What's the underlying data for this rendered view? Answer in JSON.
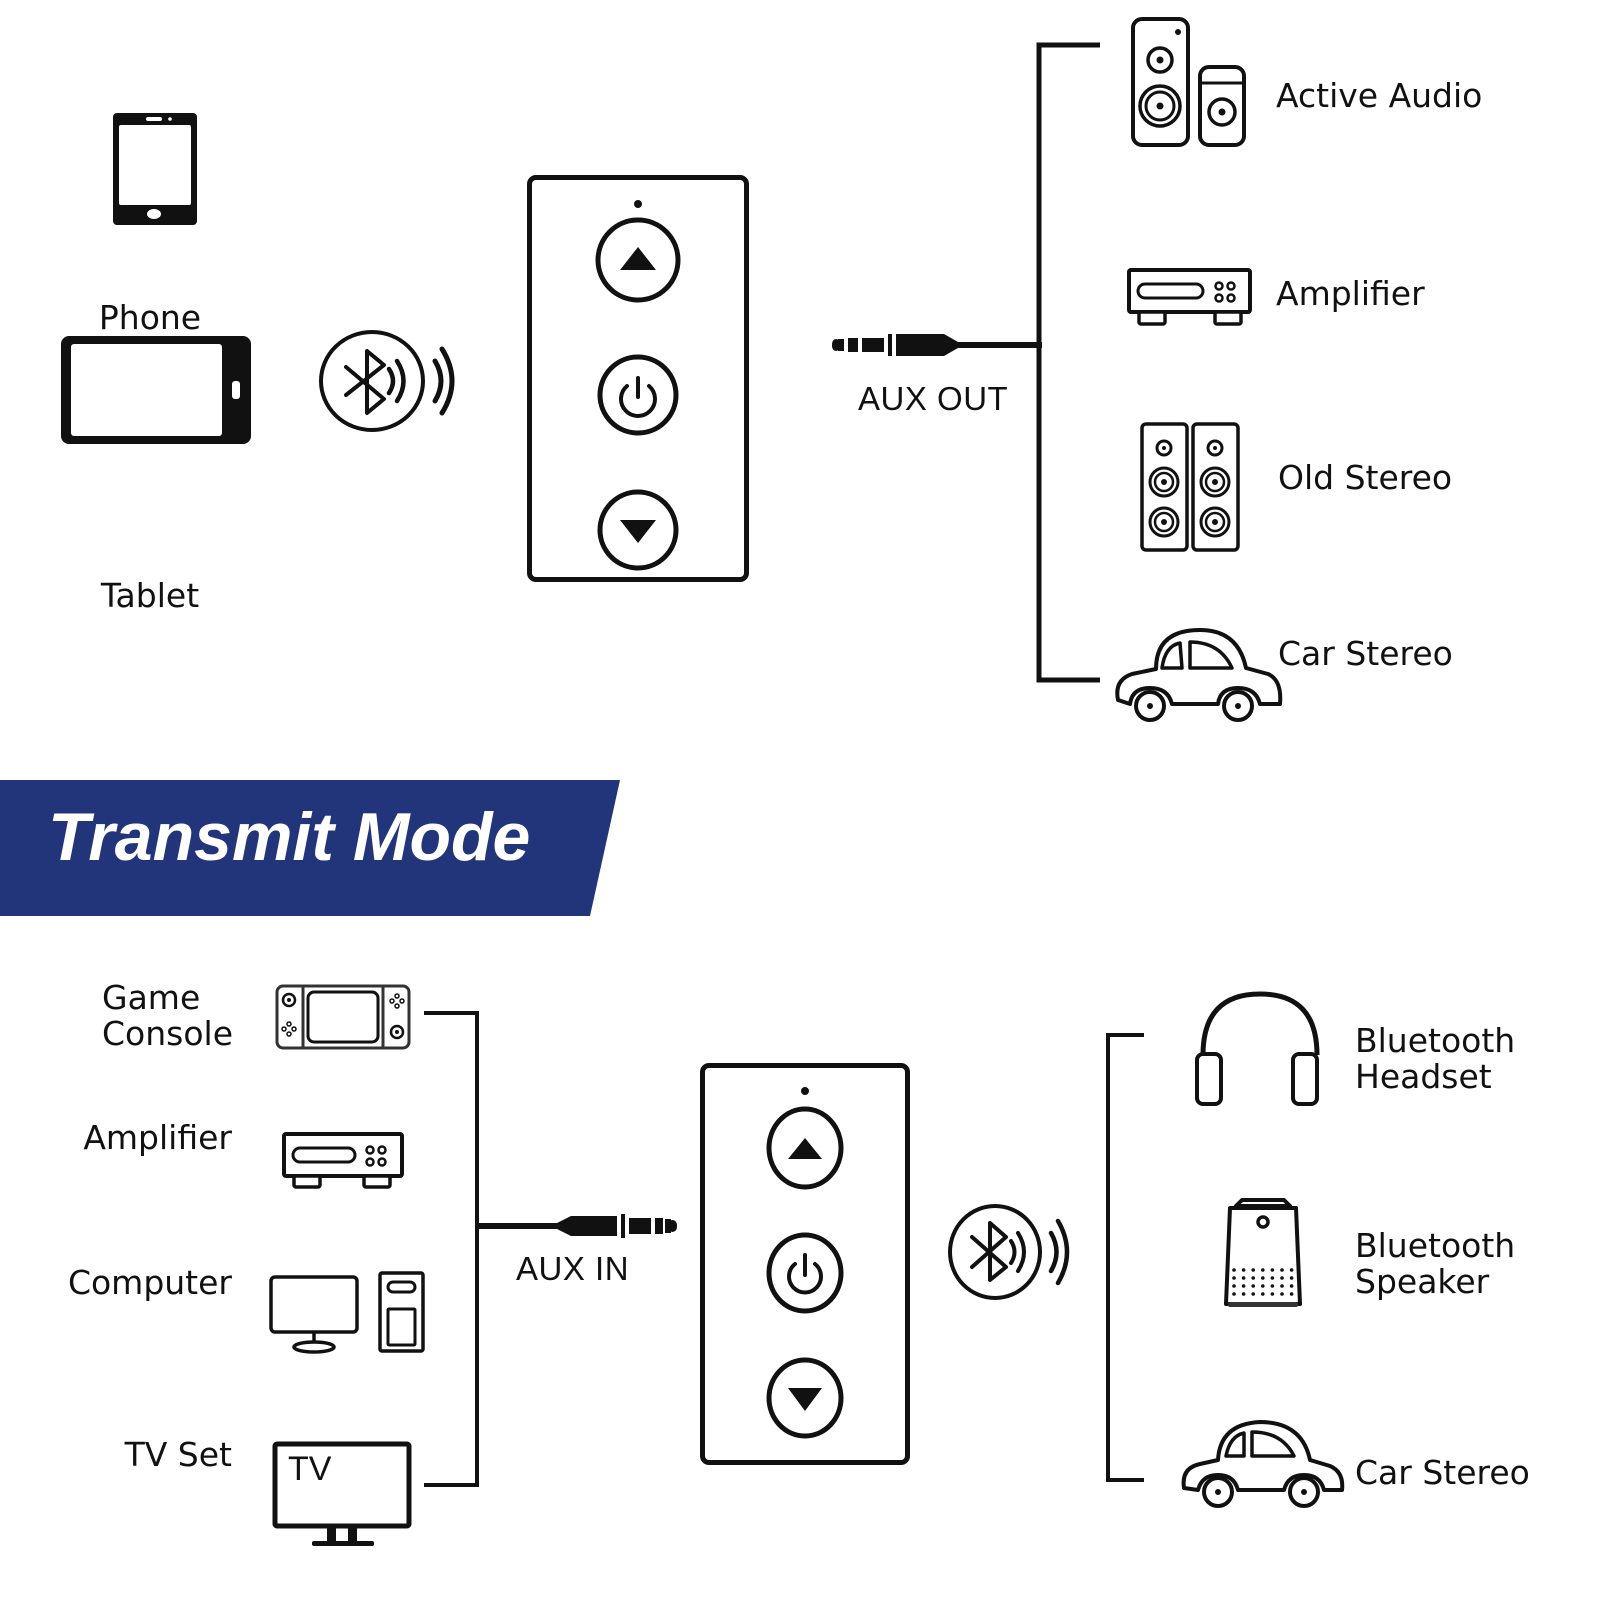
{
  "colors": {
    "banner": "#22357a",
    "line": "#111111",
    "background": "#ffffff",
    "banner_text": "#ffffff"
  },
  "receive_mode": {
    "sources": [
      {
        "label": "Phone",
        "icon": "smartphone-icon"
      },
      {
        "label": "Tablet",
        "icon": "tablet-icon"
      }
    ],
    "link": {
      "icon": "bluetooth-signal-icon"
    },
    "device": {
      "buttons": [
        {
          "icon": "volume-up-icon"
        },
        {
          "icon": "power-icon"
        },
        {
          "icon": "volume-down-icon"
        }
      ]
    },
    "connector": {
      "label": "AUX OUT",
      "icon": "audio-jack-icon"
    },
    "outputs": [
      {
        "label": "Active Audio",
        "icon": "active-speakers-icon"
      },
      {
        "label": "Amplifier",
        "icon": "amplifier-icon"
      },
      {
        "label": "Old Stereo",
        "icon": "stereo-speakers-icon"
      },
      {
        "label": "Car Stereo",
        "icon": "car-icon"
      }
    ]
  },
  "transmit_mode": {
    "title": "Transmit Mode",
    "sources": [
      {
        "label": "Game Console",
        "line1": "Game",
        "line2": "Console",
        "icon": "game-console-icon"
      },
      {
        "label": "Amplifier",
        "icon": "amplifier-icon"
      },
      {
        "label": "Computer",
        "icon": "computer-icon"
      },
      {
        "label": "TV Set",
        "icon": "tv-icon",
        "screen_text": "TV"
      }
    ],
    "connector": {
      "label": "AUX IN",
      "icon": "audio-jack-icon"
    },
    "device": {
      "buttons": [
        {
          "icon": "volume-up-icon"
        },
        {
          "icon": "power-icon"
        },
        {
          "icon": "volume-down-icon"
        }
      ]
    },
    "link": {
      "icon": "bluetooth-signal-icon"
    },
    "outputs": [
      {
        "label": "Bluetooth Headset",
        "line1": "Bluetooth",
        "line2": "Headset",
        "icon": "headphones-icon"
      },
      {
        "label": "Bluetooth Speaker",
        "line1": "Bluetooth",
        "line2": "Speaker",
        "icon": "bluetooth-speaker-icon"
      },
      {
        "label": "Car Stereo",
        "icon": "car-icon"
      }
    ]
  }
}
